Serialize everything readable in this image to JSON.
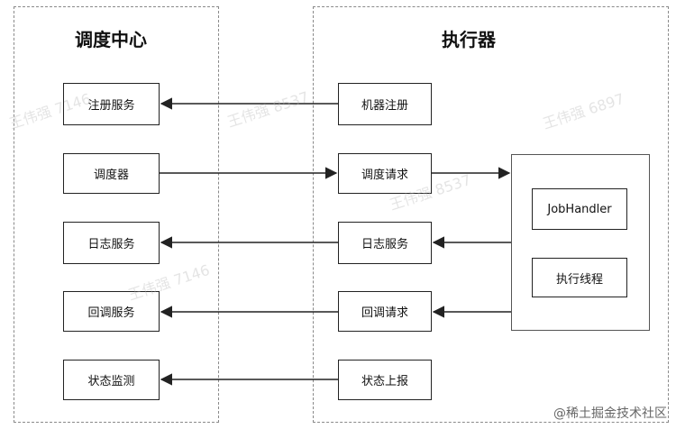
{
  "groups": {
    "left_title": "调度中心",
    "right_title": "执行器"
  },
  "left_nodes": [
    "注册服务",
    "调度器",
    "日志服务",
    "回调服务",
    "状态监测"
  ],
  "mid_nodes": [
    "机器注册",
    "调度请求",
    "日志服务",
    "回调请求",
    "状态上报"
  ],
  "inner_nodes": [
    "JobHandler",
    "执行线程"
  ],
  "watermarks": [
    "王伟强 7146",
    "王伟强 8537",
    "王伟强 7146",
    "王伟强 8537",
    "王伟强 6897"
  ],
  "footer": "@稀土掘金技术社区"
}
